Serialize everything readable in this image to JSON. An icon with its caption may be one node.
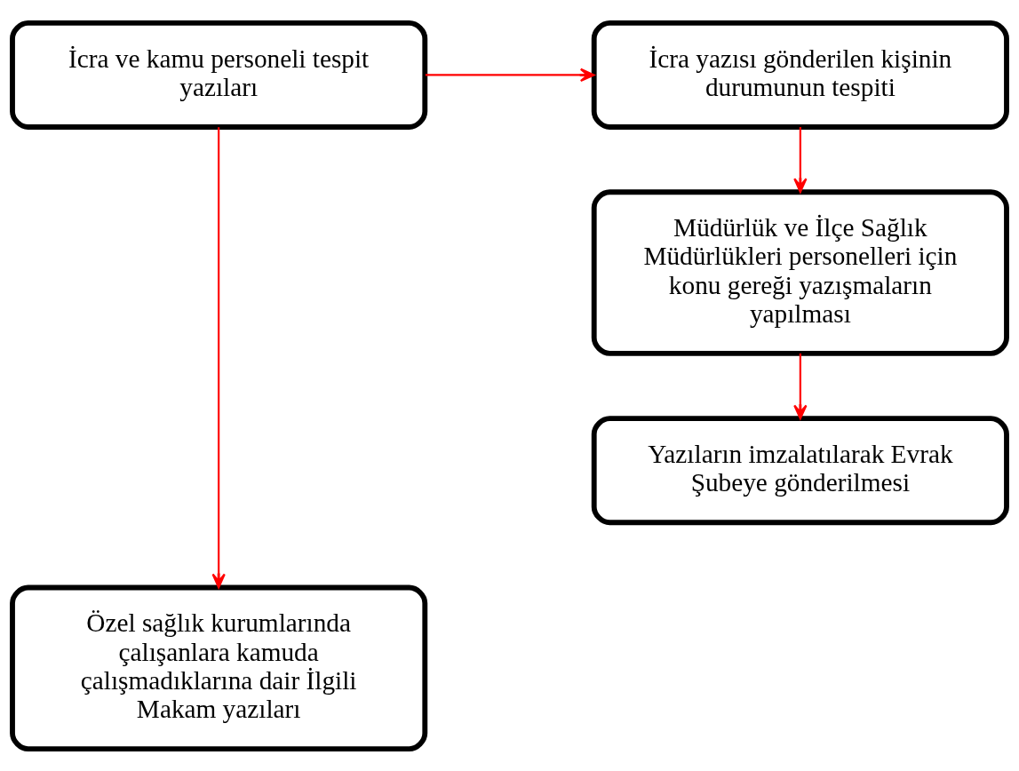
{
  "diagram": {
    "nodes": [
      {
        "text": [
          "İcra ve kamu personeli tespit yazıları"
        ]
      },
      {
        "text": [
          "İcra yazısı gönderilen kişinin durumunun tespiti"
        ]
      },
      {
        "text": [
          "Müdürlük ve İlçe Sağlık Müdürlükleri personelleri için konu gereği yazışmaların yapılması"
        ]
      },
      {
        "text": [
          "Yazıların imzalatılarak Evrak Şubeye gönderilmesi"
        ]
      },
      {
        "text": [
          "Özel sağlık kurumlarında çalışanlara kamuda çalışmadıklarına dair İlgili Makam yazıları"
        ]
      }
    ],
    "edges": [
      {
        "from": 0,
        "to": 1,
        "arrow": "to"
      },
      {
        "from": 1,
        "to": 2,
        "arrow": "to"
      },
      {
        "from": 2,
        "to": 3,
        "arrow": "to"
      },
      {
        "from": 0,
        "to": 4,
        "arrow": "to"
      }
    ]
  }
}
